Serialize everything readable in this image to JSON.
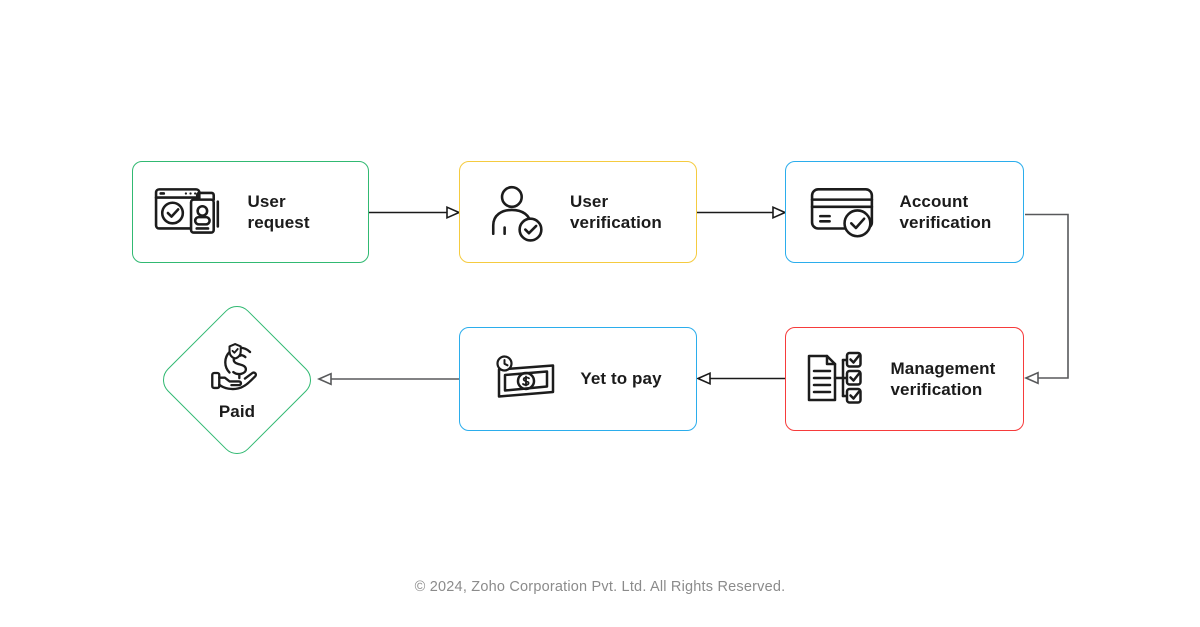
{
  "diagram": {
    "nodes": [
      {
        "id": "user-request",
        "label": "User request",
        "shape": "rounded-rectangle",
        "border_color": "#31b972",
        "icon": "browser-check-id-card-icon"
      },
      {
        "id": "user-verification",
        "label": "User verification",
        "shape": "rounded-rectangle",
        "border_color": "#f5cb40",
        "icon": "person-check-icon"
      },
      {
        "id": "account-verification",
        "label": "Account verification",
        "shape": "rounded-rectangle",
        "border_color": "#2badec",
        "icon": "credit-card-check-icon"
      },
      {
        "id": "management-verification",
        "label": "Management verification",
        "shape": "rounded-rectangle",
        "border_color": "#f63b3b",
        "icon": "document-checklist-icon"
      },
      {
        "id": "yet-to-pay",
        "label": "Yet to pay",
        "shape": "rounded-rectangle",
        "border_color": "#2badec",
        "icon": "banknote-clock-icon"
      },
      {
        "id": "paid",
        "label": "Paid",
        "shape": "diamond",
        "border_color": "#31b972",
        "icon": "hand-dollar-shield-icon"
      }
    ],
    "edges": [
      {
        "from": "user-request",
        "to": "user-verification",
        "arrowhead": "open-triangle",
        "color": "#1a1a1a"
      },
      {
        "from": "user-verification",
        "to": "account-verification",
        "arrowhead": "open-triangle",
        "color": "#1a1a1a"
      },
      {
        "from": "account-verification",
        "to": "management-verification",
        "arrowhead": "open-triangle",
        "color": "#58595b"
      },
      {
        "from": "management-verification",
        "to": "yet-to-pay",
        "arrowhead": "open-triangle",
        "color": "#1a1a1a"
      },
      {
        "from": "yet-to-pay",
        "to": "paid",
        "arrowhead": "open-triangle",
        "color": "#58595b"
      }
    ],
    "icon_color": "#1c1c1c",
    "background": "#ffffff"
  },
  "footer": {
    "copyright": "© 2024, Zoho Corporation Pvt. Ltd. All Rights Reserved."
  }
}
